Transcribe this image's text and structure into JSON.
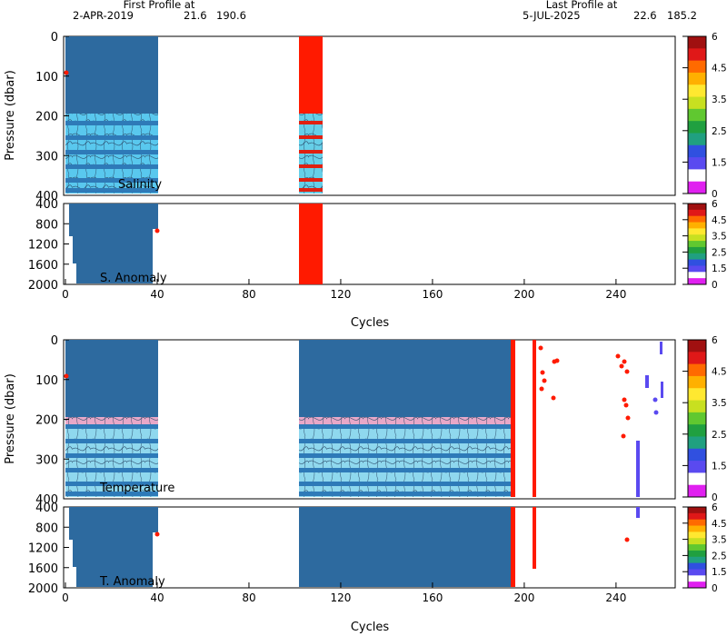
{
  "header": {
    "first_label": "First Profile at",
    "first_date": "2-APR-2019",
    "first_lat": "21.6",
    "first_lon": "190.6",
    "last_label": "Last Profile at",
    "last_date": "5-JUL-2025",
    "last_lat": "22.6",
    "last_lon": "185.2"
  },
  "chart_data": [
    {
      "type": "heatmap",
      "panel": "upper",
      "title": "Salinity",
      "anomaly_title": "S. Anomaly",
      "ylabel": "Pressure (dbar)",
      "xlabel": "Cycles",
      "ylim_top": [
        400,
        0
      ],
      "ylim_bottom": [
        2000,
        400
      ],
      "xlim": [
        0,
        265
      ],
      "x_ticks": [
        0,
        40,
        80,
        120,
        160,
        200,
        240
      ],
      "y_ticks_top": [
        0,
        100,
        200,
        300,
        400
      ],
      "y_ticks_bottom": [
        400,
        800,
        1200,
        1600,
        2000
      ],
      "colorbar_ticks": [
        "6",
        "4.5",
        "3.5",
        "2.5",
        "1.5",
        "0"
      ],
      "data_blocks": [
        {
          "x0": 0,
          "x1": 40,
          "p0": 0,
          "p1": 200,
          "fill": "blue"
        },
        {
          "x0": 0,
          "x1": 40,
          "p0": 200,
          "p1": 400,
          "fill": "cyan-contoured"
        },
        {
          "x0": 101,
          "x1": 111,
          "p0": 0,
          "p1": 200,
          "fill": "red"
        },
        {
          "x0": 101,
          "x1": 111,
          "p0": 200,
          "p1": 400,
          "fill": "mixed"
        },
        {
          "x0": 0,
          "x1": 40,
          "p0": 400,
          "p1": 2000,
          "fill": "blue"
        },
        {
          "x0": 101,
          "x1": 111,
          "p0": 400,
          "p1": 2000,
          "fill": "red"
        }
      ]
    },
    {
      "type": "heatmap",
      "panel": "lower",
      "title": "Temperature",
      "anomaly_title": "T. Anomaly",
      "ylabel": "Pressure (dbar)",
      "xlabel": "Cycles",
      "ylim_top": [
        400,
        0
      ],
      "ylim_bottom": [
        2000,
        400
      ],
      "xlim": [
        0,
        265
      ],
      "x_ticks": [
        0,
        40,
        80,
        120,
        160,
        200,
        240
      ],
      "y_ticks_top": [
        0,
        100,
        200,
        300,
        400
      ],
      "y_ticks_bottom": [
        400,
        800,
        1200,
        1600,
        2000
      ],
      "colorbar_ticks": [
        "6",
        "4.5",
        "3.5",
        "2.5",
        "1.5",
        "0"
      ],
      "data_blocks": [
        {
          "x0": 0,
          "x1": 40,
          "p0": 0,
          "p1": 200,
          "fill": "blue"
        },
        {
          "x0": 0,
          "x1": 40,
          "p0": 200,
          "p1": 400,
          "fill": "pink-cyan-contoured"
        },
        {
          "x0": 101,
          "x1": 195,
          "p0": 0,
          "p1": 200,
          "fill": "blue"
        },
        {
          "x0": 101,
          "x1": 195,
          "p0": 200,
          "p1": 400,
          "fill": "pink-cyan-contoured"
        },
        {
          "x0": 0,
          "x1": 40,
          "p0": 400,
          "p1": 2000,
          "fill": "blue"
        },
        {
          "x0": 101,
          "x1": 195,
          "p0": 400,
          "p1": 2000,
          "fill": "blue"
        }
      ]
    }
  ]
}
